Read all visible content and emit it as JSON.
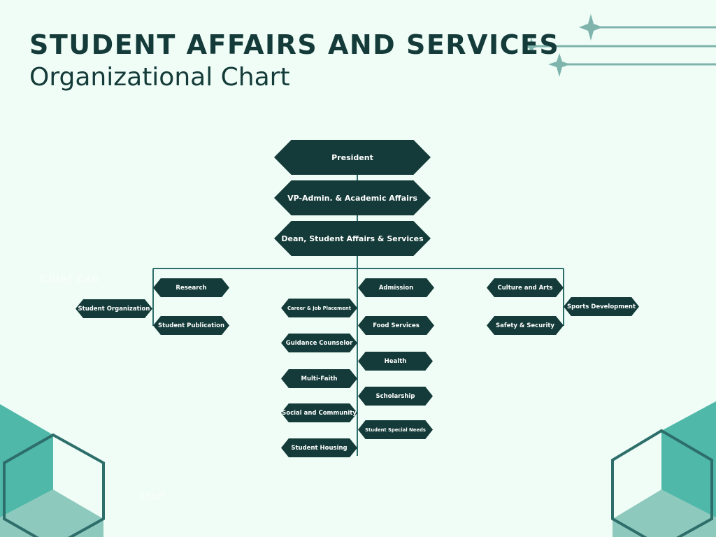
{
  "header": {
    "title": "STUDENT AFFAIRS AND SERVICES",
    "subtitle": "Organizational Chart"
  },
  "chart": {
    "president": "President",
    "vp": "VP-Admin. & Academic Affairs",
    "dean": "Dean, Student Affairs & Services",
    "research": "Research",
    "student_organization": "Student Organization",
    "student_publication": "Student Publication",
    "career_job_placement": "Career & Job Placement",
    "guidance_counselor": "Guidance Counselor",
    "multi_faith": "Multi-Faith",
    "social_and_community": "Social and Community",
    "student_housing": "Student Housing",
    "admission": "Admission",
    "food_services": "Food Services",
    "health": "Health",
    "scholarship": "Scholarship",
    "student_special_needs": "Student Special Needs",
    "culture_and_arts": "Culture and Arts",
    "safety_and_security": "Safety & Security",
    "sports_development": "Sports Development"
  },
  "ghost_labels": {
    "chief_exe": "Chief Exe",
    "staff": "Staff"
  },
  "colors": {
    "background": "#effdf6",
    "node_fill": "#143b39",
    "connector": "#2d6e6a",
    "accent_teal": "#4fb8a8",
    "accent_pale": "#8ec9be",
    "sparkle": "#7fb4ad"
  }
}
